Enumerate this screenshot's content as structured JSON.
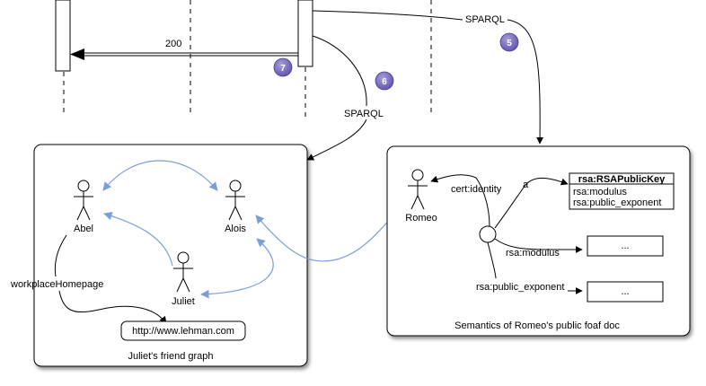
{
  "sequence": {
    "return_label": "200",
    "badge_5": "5",
    "badge_6": "6",
    "badge_7": "7",
    "sparql_top": "SPARQL",
    "sparql_mid": "SPARQL"
  },
  "friend_graph": {
    "caption": "Juliet's friend graph",
    "actors": {
      "abel": "Abel",
      "alois": "Alois",
      "juliet": "Juliet"
    },
    "edge_label": "workplaceHomepage",
    "homepage": "http://www.lehman.com"
  },
  "foaf_doc": {
    "caption": "Semantics of Romeo's public foaf doc",
    "actor": "Romeo",
    "identity_label": "cert:identity",
    "type_label": "a",
    "key_class": "rsa:RSAPublicKey",
    "key_fields": [
      "rsa:modulus",
      "rsa:public_exponent"
    ],
    "modulus_label": "rsa:modulus",
    "exponent_label": "rsa:public_exponent",
    "value_placeholder": "...",
    "value_placeholder2": "..."
  },
  "colors": {
    "badge": "#7b6fc0",
    "link": "#7a9fd8",
    "frame": "#000000"
  }
}
